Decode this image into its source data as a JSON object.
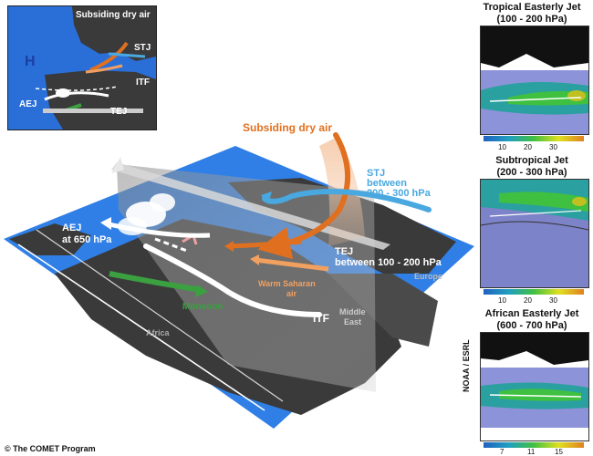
{
  "inset": {
    "high_label": "H",
    "subsiding": "Subsiding dry air",
    "stj": "STJ",
    "itf": "ITF",
    "aej": "AEJ",
    "tej": "TEJ"
  },
  "main": {
    "subsiding": "Subsiding dry air",
    "stj_1": "STJ",
    "stj_2": "between",
    "stj_3": "200 - 300 hPa",
    "aej_1": "AEJ",
    "aej_2": "at 650 hPa",
    "tej_1": "TEJ",
    "tej_2": "between 100 - 200 hPa",
    "warm_1": "Warm Saharan",
    "warm_2": "air",
    "monsoon": "Monsoon",
    "itf": "ITF",
    "europe": "Europe",
    "middle_1": "Middle",
    "middle_2": "East",
    "africa": "Africa"
  },
  "panels": [
    {
      "title_1": "Tropical Easterly Jet",
      "title_2": "(100 - 200 hPa)",
      "ticks": [
        "10",
        "20",
        "30"
      ]
    },
    {
      "title_1": "Subtropical Jet",
      "title_2": "(200 - 300 hPa)",
      "ticks": [
        "10",
        "20",
        "30"
      ]
    },
    {
      "title_1": "African Easterly Jet",
      "title_2": "(600 - 700 hPa)",
      "ticks": [
        "7",
        "11",
        "15"
      ]
    }
  ],
  "credit_left": "© The COMET Program",
  "credit_right": "NOAA / ESRL",
  "colors": {
    "ocean": "#2f7fe6",
    "land": "#3a3a3a",
    "orange": "#e07020",
    "light_orange": "#f2a060",
    "stj_blue": "#4aa8e0",
    "green": "#3aa040",
    "white_jet": "#ffffff"
  }
}
